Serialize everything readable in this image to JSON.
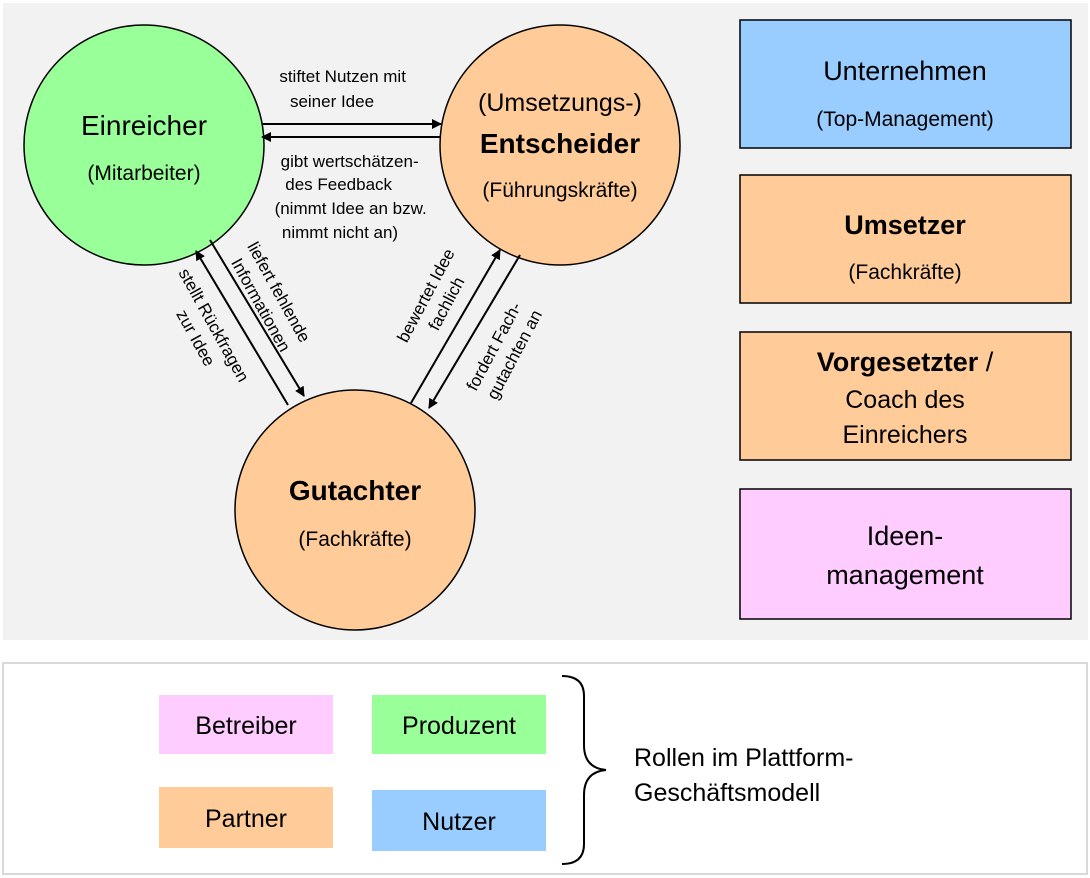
{
  "colors": {
    "panel_bg": "#f2f2f2",
    "green": "#99ff99",
    "orange": "#ffcc99",
    "blue": "#99ccff",
    "pink": "#ffccff",
    "stroke": "#000000"
  },
  "nodes": {
    "einreicher": {
      "title": "Einreicher",
      "sub": "(Mitarbeiter)"
    },
    "entscheider": {
      "line1": "(Umsetzungs-)",
      "title": "Entscheider",
      "sub": "(Führungskräfte)"
    },
    "gutachter": {
      "title": "Gutachter",
      "sub": "(Fachkräfte)"
    }
  },
  "edges": {
    "stiftet": [
      "stiftet Nutzen  mit",
      "seiner Idee"
    ],
    "feedback": [
      "gibt wertschätzen-",
      "des Feedback",
      "(nimmt  Idee an bzw.",
      "nimmt nicht an)"
    ],
    "liefert": [
      "liefert fehlende",
      "Informationen"
    ],
    "rueckfragen": [
      "stellt Rückfragen",
      "zur Idee"
    ],
    "bewertet": [
      "bewertet Idee",
      "fachlich"
    ],
    "fordert": [
      "fordert  Fach-",
      "gutachten an"
    ]
  },
  "roles": {
    "unternehmen": {
      "title": "Unternehmen",
      "sub": "(Top-Management)"
    },
    "umsetzer": {
      "title": "Umsetzer",
      "sub": "(Fachkräfte)"
    },
    "vorgesetzter": {
      "title": "Vorgesetzter",
      "slash": " /",
      "line2": "Coach des",
      "line3": "Einreichers"
    },
    "ideen": {
      "line1": "Ideen-",
      "line2": "management"
    }
  },
  "legend": {
    "betreiber": "Betreiber",
    "produzent": "Produzent",
    "partner": "Partner",
    "nutzer": "Nutzer",
    "caption": [
      "Rollen im Plattform-",
      "Geschäftsmodell"
    ]
  }
}
